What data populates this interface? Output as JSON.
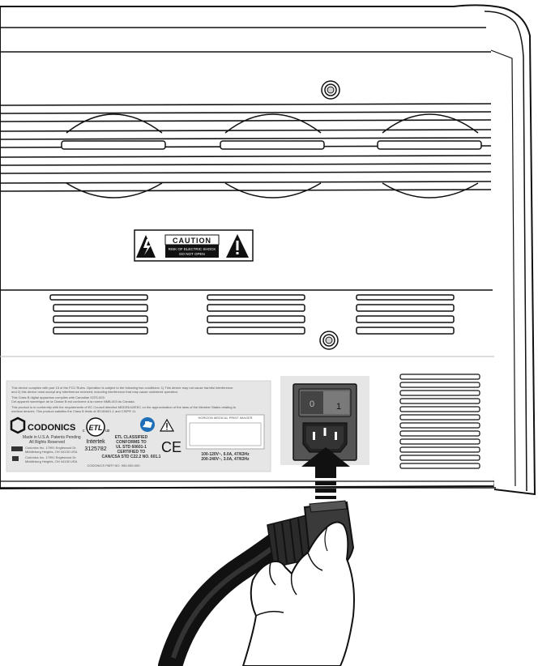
{
  "caution_label": {
    "title": "CAUTION",
    "line1": "RISK OF ELECTRIC SHOCK",
    "line2": "DO NOT OPEN"
  },
  "regulatory_label": {
    "fcc_text_1": "This device complies with part 15 of the FCC Rules. Operation is subject to the following two conditions: 1) This device may not cause harmful interference,",
    "fcc_text_2": "and 2) this device must accept any interference received, including interference that may cause undesired operation.",
    "canada_text_1": "This Class B digital apparatus complies with Canadian ICES-003.",
    "canada_text_2": "Cet appareil numérique de la Classe B est conforme à la norme NMB-003 du Canada.",
    "ec_text_1": "This product is in conformity with the requirements of EC Council directive MDD93/42/EEC on the approximation of the laws of the Member States relating to",
    "ec_text_2": "medical devices. This product satisfies the Class B limits of IEC60601-1 and CISPR 11.",
    "brand": "CODONICS",
    "made_in": "Made in U.S.A. Patents Pending",
    "rights": "All Rights Reserved",
    "mfr_line_1": "Codonics Inc. 17991 Englewood Dr.",
    "mfr_line_2": "Middleburg Heights, OH 44130 USA",
    "intertek": "Intertek",
    "intertek_number": "3125782",
    "etl_1": "ETL CLASSIFIED",
    "etl_2": "CONFORMS TO",
    "etl_3": "UL STD 60601-1",
    "etl_4": "CERTIFIED TO",
    "etl_5": "CAN/CSA STD C22.2 NO. 601.1",
    "model": "HORIZON MEDICAL PRINT IMAGER",
    "rating_1": "100-120V~, 6.0A, 47/63Hz",
    "rating_2": "200-240V~, 3.0A, 47/63Hz",
    "ce_mark": "CE",
    "etl_logo": "ETL",
    "etl_us": "us",
    "etl_c": "c",
    "footer_code": "CODONICS PART NO. 900-000-000"
  },
  "power_module": {
    "switch_off": "0",
    "switch_on": "1"
  },
  "icons": {
    "caution_left": "lightning-warning-icon",
    "caution_right": "exclamation-warning-icon",
    "consult_manual": "consult-manual-icon",
    "warning_triangle": "warning-triangle-icon",
    "insert_arrow": "insert-arrow-icon"
  }
}
